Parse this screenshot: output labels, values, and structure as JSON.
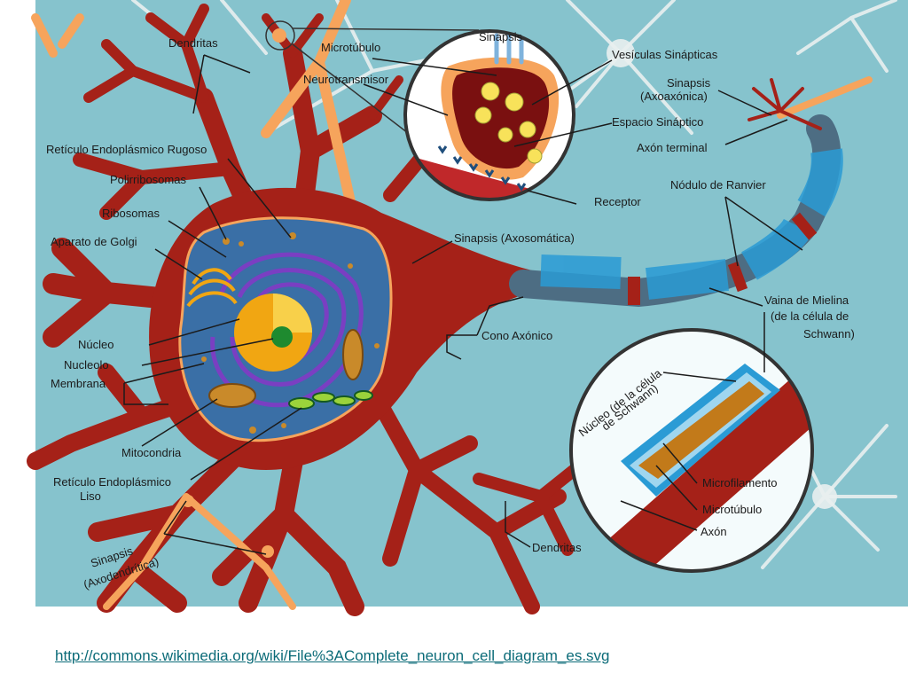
{
  "colors": {
    "background": "#86c3cd",
    "neuron": "#a52118",
    "cytoplasm": "#3a6fa6",
    "nucleus": "#f1a612",
    "nucleolus": "#1e8a2f",
    "axon": "#4d6d83",
    "myelin": "#2a9bd5",
    "synapse_orange": "#f6a45c",
    "background_neurons": "#e9eff0",
    "link": "#0b6b78"
  },
  "labels": {
    "dendritas_top": "Dendritas",
    "reticulo_rugoso": "Retículo Endoplásmico Rugoso",
    "polirribosomas": "Polirribosomas",
    "ribosomas": "Ribosomas",
    "aparato_golgi": "Aparato de Golgi",
    "nucleo": "Núcleo",
    "nucleolo": "Nucleolo",
    "membrana": "Membrana",
    "mitocondria": "Mitocondria",
    "reticulo_liso_1": "Retículo Endoplásmico",
    "reticulo_liso_2": "Liso",
    "sinapsis_axodendritica_1": "Sinapsis",
    "sinapsis_axodendritica_2": "(Axodendrítica)",
    "microtubulo_top": "Microtúbulo",
    "neurotransmisor": "Neurotransmisor",
    "sinapsis_top": "Sinapsis",
    "vesiculas": "Vesículas Sinápticas",
    "sinapsis_axoaxonica_1": "Sinapsis",
    "sinapsis_axoaxonica_2": "(Axoaxónica)",
    "espacio_sinaptico": "Espacio Sináptico",
    "axon_terminal": "Axón terminal",
    "receptor": "Receptor",
    "nodulo_ranvier": "Nódulo de Ranvier",
    "sinapsis_axosomatica": "Sinapsis (Axosomática)",
    "cono_axonico": "Cono Axónico",
    "vaina_mielina_1": "Vaina de Mielina",
    "vaina_mielina_2": "(de la célula de",
    "vaina_mielina_3": "Schwann)",
    "nucleo_schwann_1": "Núcleo (de la célula",
    "nucleo_schwann_2": "de Schwann)",
    "microfilamento": "Microfilamento",
    "microtubulo_bottom": "Microtúbulo",
    "axon": "Axón",
    "dendritas_bottom": "Dendritas"
  },
  "source_link": "http://commons.wikimedia.org/wiki/File%3AComplete_neuron_cell_diagram_es.svg"
}
